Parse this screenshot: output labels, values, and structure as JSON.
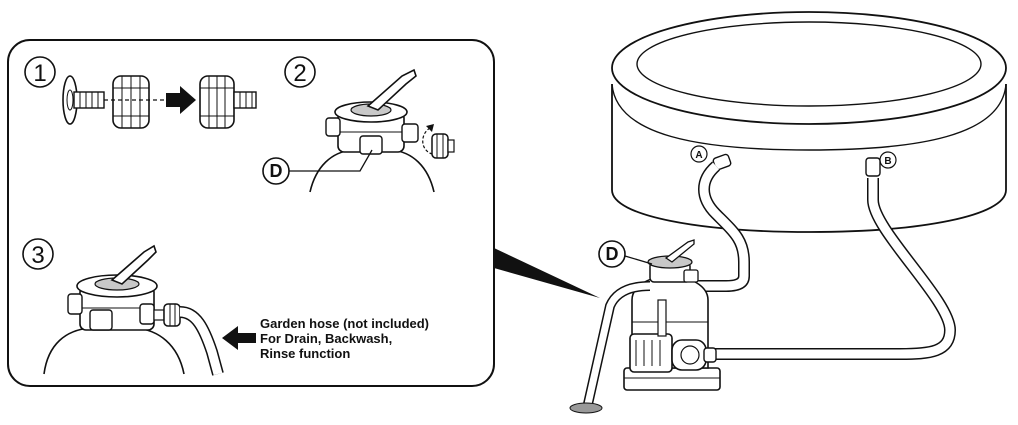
{
  "steps": {
    "one": "1",
    "two": "2",
    "three": "3"
  },
  "labels": {
    "valve_d": "D",
    "valve_d_pool": "D",
    "port_a": "A",
    "port_b": "B"
  },
  "note": {
    "line1": "Garden hose (not included)",
    "line2": "For Drain, Backwash,",
    "line3": "Rinse function"
  },
  "colors": {
    "line": "#111111",
    "background": "#ffffff",
    "shade": "#c8c8c8"
  }
}
